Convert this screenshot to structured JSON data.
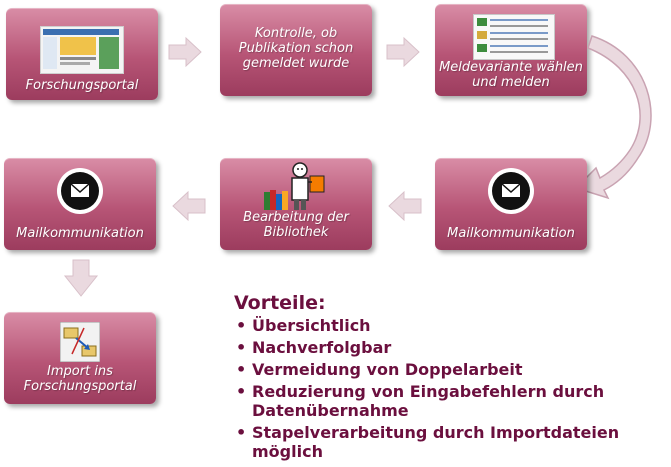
{
  "steps": {
    "forschungsportal": "Forschungsportal",
    "kontrolle": "Kontrolle, ob Publikation schon gemeldet wurde",
    "meldevariante": "Meldevariante wählen und melden",
    "mail_right": "Mailkommunikation",
    "bearbeitung": "Bearbeitung der Bibliothek",
    "mail_left": "Mailkommunikation",
    "import": "Import ins Forschungsportal"
  },
  "advantages": {
    "title": "Vorteile:",
    "items": [
      "Übersichtlich",
      "Nachverfolgbar",
      "Vermeidung von Doppelarbeit",
      "Reduzierung von Eingabefehlern durch Datenübernahme",
      "Stapelverarbeitung durch Importdateien möglich"
    ]
  },
  "colors": {
    "box_top": "#d98da6",
    "box_bottom": "#9c3c5e",
    "arrow": "#ead9df",
    "text_accent": "#6b0f3e"
  },
  "icons": [
    "website-screenshot-icon",
    "document-list-icon",
    "mail-envelope-icon",
    "librarian-icon",
    "import-files-icon"
  ]
}
